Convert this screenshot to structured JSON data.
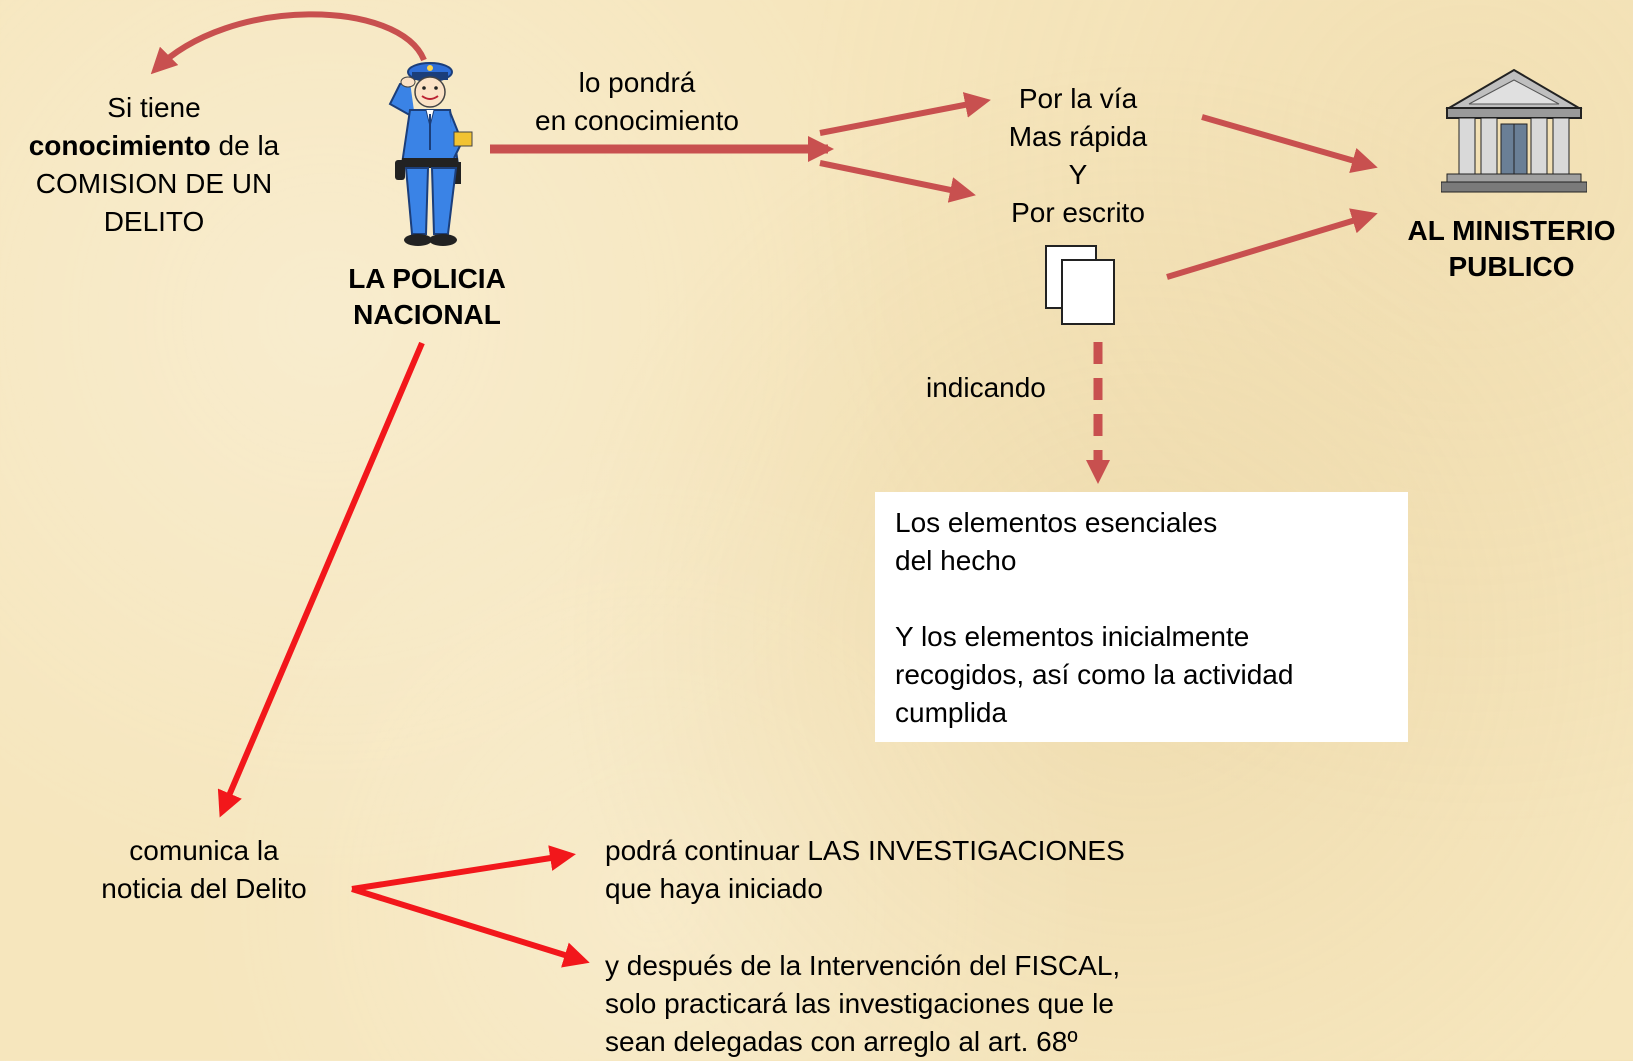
{
  "left_note": {
    "line1": "Si tiene",
    "line2_bold": "conocimiento",
    "line2_rest": " de la",
    "line3": "COMISION DE UN",
    "line4": "DELITO"
  },
  "police": {
    "label_line1": "LA POLICIA",
    "label_line2": "NACIONAL",
    "icon": "police-officer-icon"
  },
  "knowledge_label": {
    "line1": "lo pondrá",
    "line2": "en conocimiento"
  },
  "channel": {
    "line1": "Por la vía",
    "line2": "Mas rápida",
    "line3": "Y",
    "line4": "Por escrito",
    "icon": "documents-icon"
  },
  "ministry": {
    "label_line1": "AL MINISTERIO",
    "label_line2": "PUBLICO",
    "icon": "courthouse-icon"
  },
  "indicating_label": "indicando",
  "info_box": {
    "para1_line1": "Los elementos esenciales",
    "para1_line2": "del hecho",
    "para2_line1": "Y los elementos inicialmente",
    "para2_line2": "recogidos, así como la actividad",
    "para2_line3": "cumplida"
  },
  "communicates": {
    "line1": "comunica la",
    "line2": "noticia del Delito"
  },
  "outcome_continue": {
    "line1": "podrá continuar LAS INVESTIGACIONES",
    "line2": "que haya iniciado"
  },
  "outcome_delegated": {
    "line1": "y después de la Intervención del FISCAL,",
    "line2": "solo practicará las investigaciones que le",
    "line3": "sean delegadas con arreglo al art. 68º"
  },
  "colors": {
    "arrow_muted": "#c8504f",
    "arrow_bright": "#f2171b",
    "background": "#f6e6bd"
  }
}
